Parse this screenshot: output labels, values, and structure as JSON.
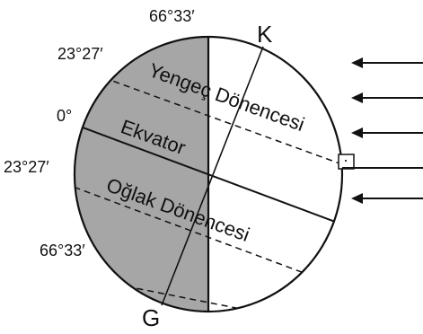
{
  "diagram": {
    "poles": {
      "north": "K",
      "south": "G"
    },
    "latitudes": {
      "arctic": "66°33′",
      "tropic_north": "23°27′",
      "equator": "0°",
      "tropic_south": "23°27′",
      "antarctic": "66°33′"
    },
    "names": {
      "tropic_north": "Yengeç Dönencesi",
      "equator": "Ekvator",
      "tropic_south": "Oğlak Dönencesi"
    },
    "right_angle_mark": "·",
    "sun_rays": {
      "count": 5,
      "direction": "right-to-left"
    },
    "colors": {
      "night_side": "#a6a6a6",
      "day_side": "#ffffff",
      "line": "#111111"
    }
  }
}
